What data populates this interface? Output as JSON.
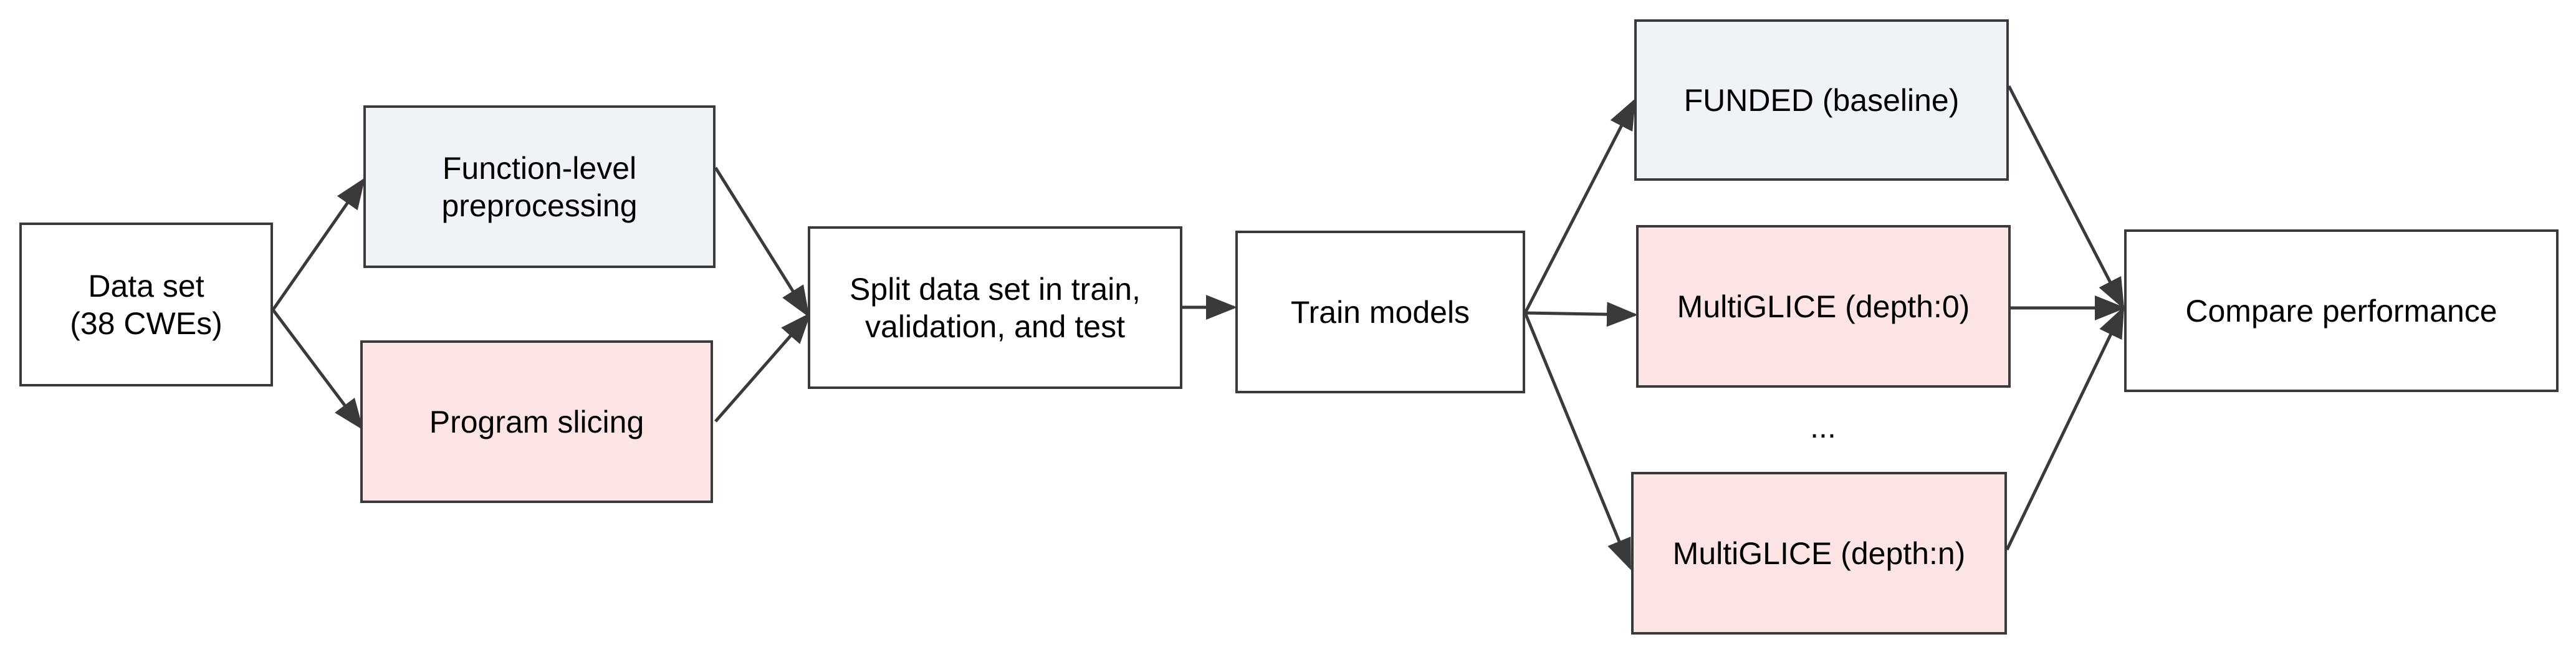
{
  "diagram": {
    "nodes": [
      {
        "id": "dataset",
        "label": "Data set\n(38 CWEs)",
        "fill": "#ffffff"
      },
      {
        "id": "function_level",
        "label": "Function-level\npreprocessing",
        "fill": "#eff3f8"
      },
      {
        "id": "program_slicing",
        "label": "Program slicing",
        "fill": "#fce4e5"
      },
      {
        "id": "split",
        "label": "Split data set in train,\nvalidation, and test",
        "fill": "#ffffff"
      },
      {
        "id": "train",
        "label": "Train models",
        "fill": "#ffffff"
      },
      {
        "id": "funded",
        "label": "FUNDED (baseline)",
        "fill": "#eff3f8"
      },
      {
        "id": "multiglice_0",
        "label": "MultiGLICE (depth:0)",
        "fill": "#fce4e5"
      },
      {
        "id": "multiglice_n",
        "label": "MultiGLICE (depth:n)",
        "fill": "#fce4e5"
      },
      {
        "id": "compare",
        "label": "Compare performance",
        "fill": "#ffffff"
      }
    ],
    "ellipsis": "...",
    "edges": [
      {
        "from": "dataset",
        "to": "function_level"
      },
      {
        "from": "dataset",
        "to": "program_slicing"
      },
      {
        "from": "function_level",
        "to": "split"
      },
      {
        "from": "program_slicing",
        "to": "split"
      },
      {
        "from": "split",
        "to": "train"
      },
      {
        "from": "train",
        "to": "funded"
      },
      {
        "from": "train",
        "to": "multiglice_0"
      },
      {
        "from": "train",
        "to": "multiglice_n"
      },
      {
        "from": "funded",
        "to": "compare"
      },
      {
        "from": "multiglice_0",
        "to": "compare"
      },
      {
        "from": "multiglice_n",
        "to": "compare"
      }
    ],
    "colors": {
      "stroke": "#3a3a3a",
      "blue_fill": "#eff3f8",
      "pink_fill": "#fce4e5"
    }
  }
}
